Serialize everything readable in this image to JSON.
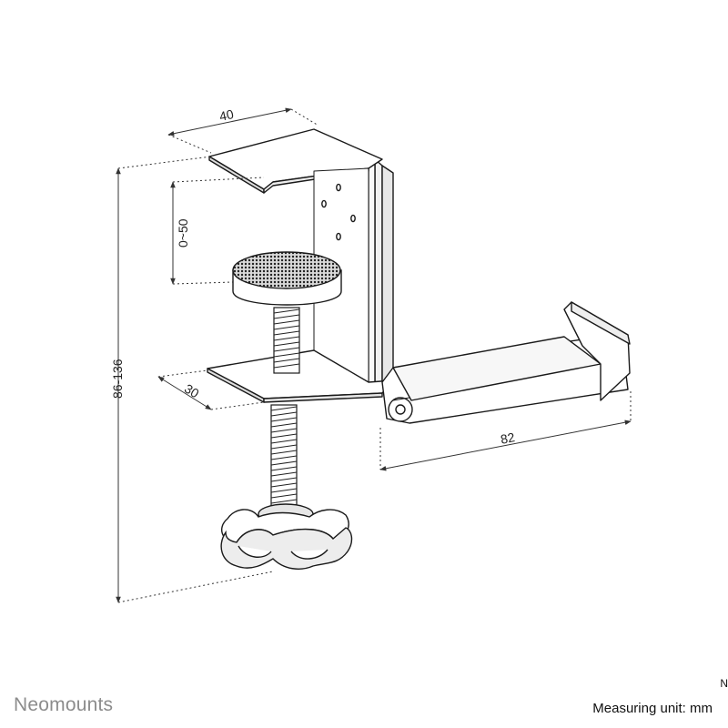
{
  "dimensions": {
    "width": "40",
    "opening": "0~50",
    "height": "86-136",
    "clamp_depth": "30",
    "hook_length": "82"
  },
  "footer": {
    "brand": "Neomounts",
    "unit_note": "Measuring unit: mm",
    "corner_mark": "N"
  },
  "colors": {
    "line": "#1a1a1a",
    "dim_line": "#333333",
    "brand_gray": "#8c8c8c"
  }
}
